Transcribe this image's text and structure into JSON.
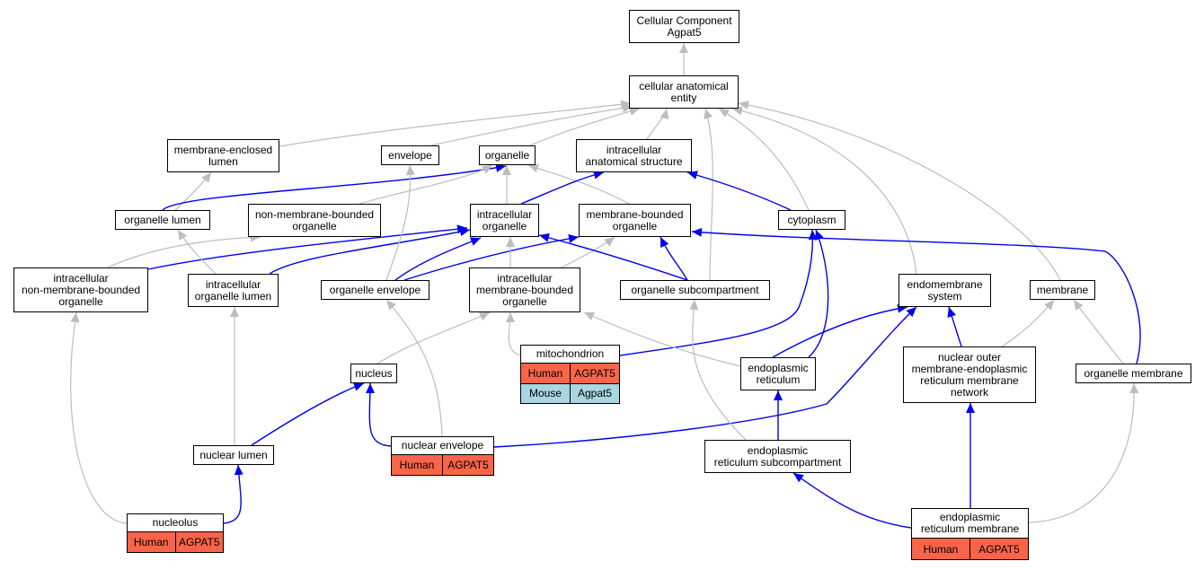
{
  "colors": {
    "gray_edge": "#bdbdbd",
    "blue_edge": "#0000ee",
    "human_row": "#fa6448",
    "mouse_row": "#a9d6e1"
  },
  "nodes": {
    "root": {
      "label": "Cellular Component\nAgpat5"
    },
    "cae": {
      "label": "cellular anatomical\nentity"
    },
    "mel": {
      "label": "membrane-enclosed\nlumen"
    },
    "env": {
      "label": "envelope"
    },
    "org": {
      "label": "organelle"
    },
    "ias": {
      "label": "intracellular\nanatomical structure"
    },
    "orglumen": {
      "label": "organelle lumen"
    },
    "nmbo": {
      "label": "non-membrane-bounded\norganelle"
    },
    "io": {
      "label": "intracellular\norganelle"
    },
    "mbo": {
      "label": "membrane-bounded\norganelle"
    },
    "cyto": {
      "label": "cytoplasm"
    },
    "inmbo": {
      "label": "intracellular\nnon-membrane-bounded\norganelle"
    },
    "iol": {
      "label": "intracellular\norganelle lumen"
    },
    "oenv": {
      "label": "organelle envelope"
    },
    "imbo": {
      "label": "intracellular\nmembrane-bounded\norganelle"
    },
    "osub": {
      "label": "organelle subcompartment"
    },
    "endo": {
      "label": "endomembrane\nsystem"
    },
    "memb": {
      "label": "membrane"
    },
    "mito": {
      "label": "mitochondrion",
      "rows": [
        [
          "Human",
          "AGPAT5"
        ],
        [
          "Mouse",
          "Agpat5"
        ]
      ]
    },
    "nucleus": {
      "label": "nucleus"
    },
    "er": {
      "label": "endoplasmic\nreticulum"
    },
    "nomer": {
      "label": "nuclear outer\nmembrane-endoplasmic\nreticulum membrane\nnetwork"
    },
    "omem": {
      "label": "organelle membrane"
    },
    "nlumen": {
      "label": "nuclear lumen"
    },
    "nenv": {
      "label": "nuclear envelope",
      "rows": [
        [
          "Human",
          "AGPAT5"
        ]
      ]
    },
    "ersub": {
      "label": "endoplasmic\nreticulum subcompartment"
    },
    "nucleolus": {
      "label": "nucleolus",
      "rows": [
        [
          "Human",
          "AGPAT5"
        ]
      ]
    },
    "erm": {
      "label": "endoplasmic\nreticulum membrane",
      "rows": [
        [
          "Human",
          "AGPAT5"
        ]
      ]
    }
  },
  "edges": [
    {
      "from": "cae",
      "to": "root",
      "kind": "gray"
    },
    {
      "from": "mel",
      "to": "cae",
      "kind": "gray"
    },
    {
      "from": "env",
      "to": "cae",
      "kind": "gray"
    },
    {
      "from": "org",
      "to": "cae",
      "kind": "gray"
    },
    {
      "from": "ias",
      "to": "cae",
      "kind": "gray"
    },
    {
      "from": "osub",
      "to": "cae",
      "kind": "gray"
    },
    {
      "from": "cyto",
      "to": "cae",
      "kind": "gray"
    },
    {
      "from": "endo",
      "to": "cae",
      "kind": "gray"
    },
    {
      "from": "memb",
      "to": "cae",
      "kind": "gray"
    },
    {
      "from": "orglumen",
      "to": "mel",
      "kind": "gray"
    },
    {
      "from": "orglumen",
      "to": "org",
      "kind": "blue"
    },
    {
      "from": "nmbo",
      "to": "org",
      "kind": "gray"
    },
    {
      "from": "io",
      "to": "org",
      "kind": "gray"
    },
    {
      "from": "mbo",
      "to": "org",
      "kind": "gray"
    },
    {
      "from": "io",
      "to": "ias",
      "kind": "blue"
    },
    {
      "from": "cyto",
      "to": "ias",
      "kind": "blue"
    },
    {
      "from": "inmbo",
      "to": "nmbo",
      "kind": "gray"
    },
    {
      "from": "inmbo",
      "to": "io",
      "kind": "blue"
    },
    {
      "from": "iol",
      "to": "orglumen",
      "kind": "gray"
    },
    {
      "from": "iol",
      "to": "io",
      "kind": "blue"
    },
    {
      "from": "oenv",
      "to": "env",
      "kind": "gray"
    },
    {
      "from": "oenv",
      "to": "io",
      "kind": "blue"
    },
    {
      "from": "oenv",
      "to": "mbo",
      "kind": "blue"
    },
    {
      "from": "imbo",
      "to": "io",
      "kind": "gray"
    },
    {
      "from": "imbo",
      "to": "mbo",
      "kind": "gray"
    },
    {
      "from": "osub",
      "to": "io",
      "kind": "blue"
    },
    {
      "from": "osub",
      "to": "mbo",
      "kind": "blue"
    },
    {
      "from": "omem",
      "to": "mbo",
      "kind": "blue"
    },
    {
      "from": "omem",
      "to": "memb",
      "kind": "gray"
    },
    {
      "from": "mito",
      "to": "imbo",
      "kind": "gray"
    },
    {
      "from": "mito",
      "to": "cyto",
      "kind": "blue"
    },
    {
      "from": "er",
      "to": "imbo",
      "kind": "gray"
    },
    {
      "from": "er",
      "to": "cyto",
      "kind": "blue"
    },
    {
      "from": "er",
      "to": "endo",
      "kind": "blue"
    },
    {
      "from": "nomer",
      "to": "endo",
      "kind": "blue"
    },
    {
      "from": "nomer",
      "to": "memb",
      "kind": "gray"
    },
    {
      "from": "nucleus",
      "to": "imbo",
      "kind": "gray"
    },
    {
      "from": "nlumen",
      "to": "nucleus",
      "kind": "blue"
    },
    {
      "from": "nlumen",
      "to": "iol",
      "kind": "gray"
    },
    {
      "from": "nenv",
      "to": "nucleus",
      "kind": "blue"
    },
    {
      "from": "nenv",
      "to": "oenv",
      "kind": "gray"
    },
    {
      "from": "nenv",
      "to": "endo",
      "kind": "blue"
    },
    {
      "from": "ersub",
      "to": "er",
      "kind": "blue"
    },
    {
      "from": "ersub",
      "to": "osub",
      "kind": "gray"
    },
    {
      "from": "nucleolus",
      "to": "inmbo",
      "kind": "gray"
    },
    {
      "from": "nucleolus",
      "to": "nlumen",
      "kind": "blue"
    },
    {
      "from": "erm",
      "to": "ersub",
      "kind": "blue"
    },
    {
      "from": "erm",
      "to": "nomer",
      "kind": "blue"
    },
    {
      "from": "erm",
      "to": "omem",
      "kind": "gray"
    }
  ]
}
